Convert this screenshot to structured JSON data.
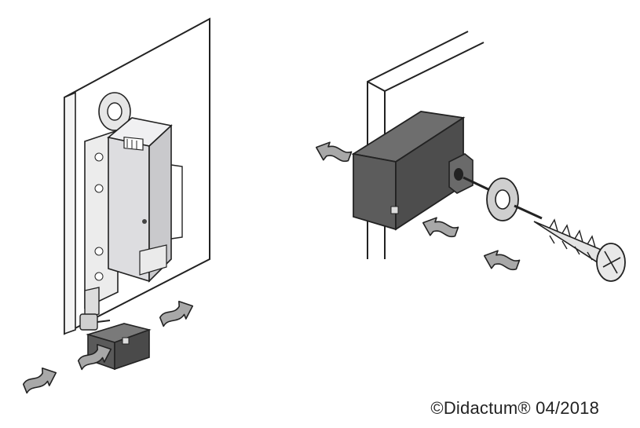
{
  "copyright": {
    "text": "©Didactum® 04/2018"
  },
  "colors": {
    "background": "#ffffff",
    "outline": "#222222",
    "sensor_body_light": "#e3e3e5",
    "sensor_body_dark": "#5a5a5a",
    "arrow_fill": "#a8a8a8",
    "panel_fill": "#ffffff"
  },
  "icons": {
    "left_scene": "wall-mounted-sensor-module",
    "right_scene": "corner-mounted-sensor-with-screw",
    "arrows": "airflow-arrow"
  }
}
